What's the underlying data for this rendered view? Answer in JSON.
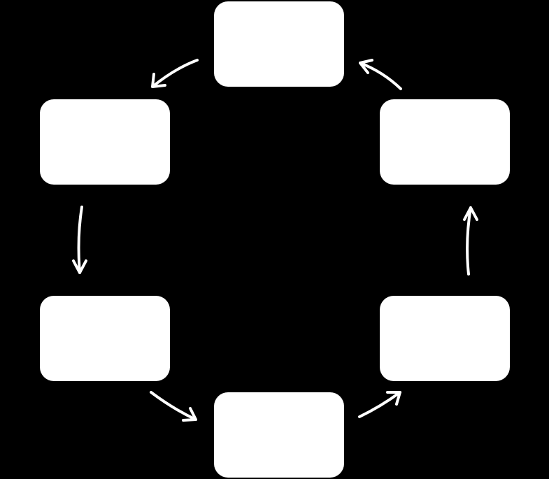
{
  "diagram": {
    "type": "cycle",
    "colors": {
      "background": "#000000",
      "node_fill": "#ffffff",
      "arrow": "#ffffff"
    },
    "direction": "counter-clockwise",
    "nodes": [
      {
        "id": "top",
        "label": ""
      },
      {
        "id": "upper-left",
        "label": ""
      },
      {
        "id": "lower-left",
        "label": ""
      },
      {
        "id": "bottom",
        "label": ""
      },
      {
        "id": "lower-right",
        "label": ""
      },
      {
        "id": "upper-right",
        "label": ""
      }
    ],
    "edges": [
      {
        "from": "top",
        "to": "upper-left"
      },
      {
        "from": "upper-left",
        "to": "lower-left"
      },
      {
        "from": "lower-left",
        "to": "bottom"
      },
      {
        "from": "bottom",
        "to": "lower-right"
      },
      {
        "from": "lower-right",
        "to": "upper-right"
      },
      {
        "from": "upper-right",
        "to": "top"
      }
    ]
  }
}
